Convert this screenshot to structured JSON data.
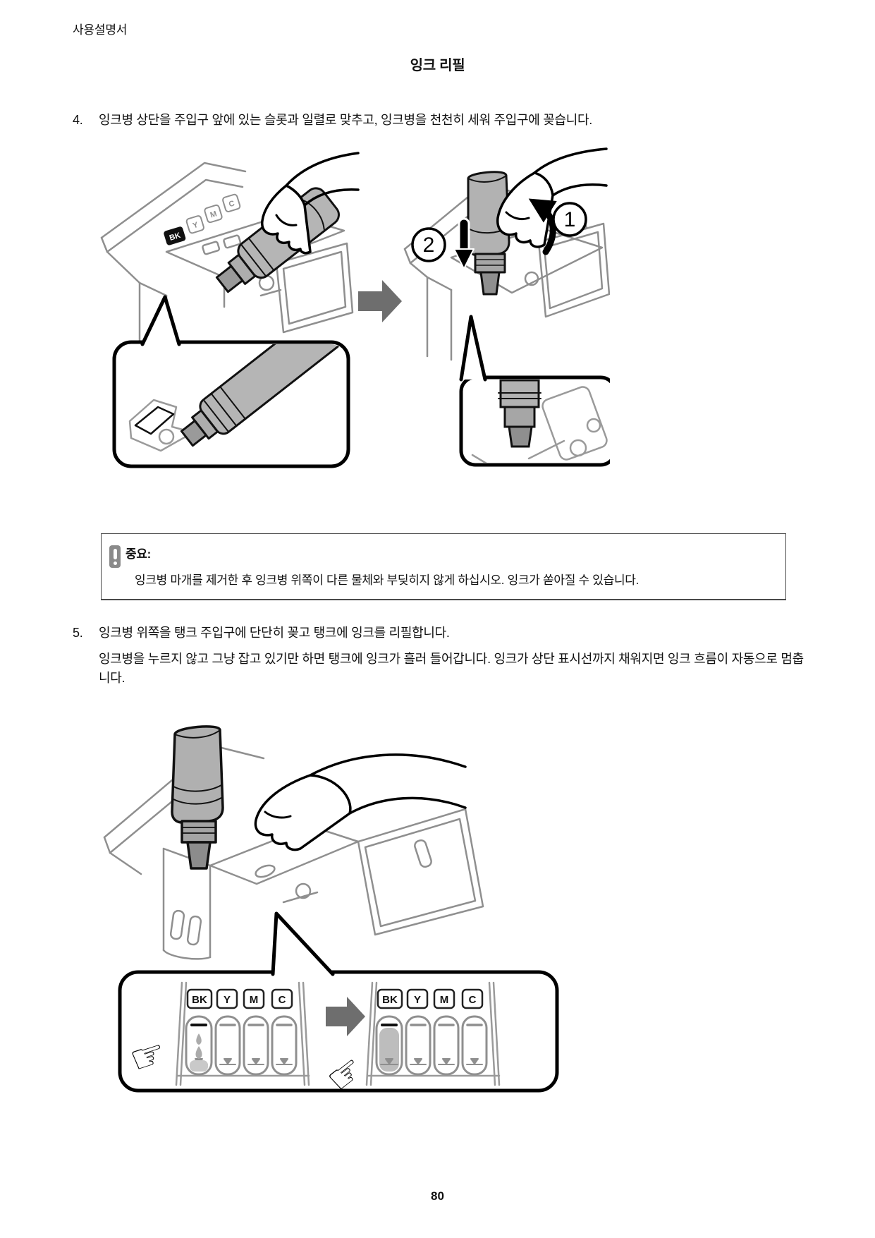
{
  "page": {
    "doc_type": "사용설명서",
    "title": "잉크 리필",
    "page_number": "80"
  },
  "step4": {
    "number": "4.",
    "text": "잉크병 상단을 주입구 앞에 있는 슬롯과 일렬로 맞추고, 잉크병을 천천히 세워 주입구에 꽂습니다."
  },
  "important": {
    "label": "중요:",
    "text": "잉크병 마개를 제거한 후 잉크병 위쪽이 다른 물체와 부딪히지 않게 하십시오. 잉크가 쏟아질 수 있습니다."
  },
  "step5": {
    "number": "5.",
    "text": "잉크병 위쪽을 탱크 주입구에 단단히 꽂고 탱크에 잉크를 리필합니다.",
    "detail": "잉크병을 누르지 않고 그냥 잡고 있기만 하면 탱크에 잉크가 흘러 들어갑니다. 잉크가 상단 표시선까지 채워지면 잉크 흐름이 자동으로 멈춥니다."
  },
  "figure1": {
    "ink_labels": [
      "BK",
      "Y",
      "M",
      "C"
    ],
    "step_markers": [
      "1",
      "2"
    ]
  },
  "figure2": {
    "ink_labels": [
      "BK",
      "Y",
      "M",
      "C"
    ]
  },
  "colors": {
    "line_gray": "#8f8f8f",
    "bottle_gray": "#b5b5b5",
    "arrow_gray": "#6e6e6e",
    "important_icon_gray": "#8a8a8a"
  }
}
